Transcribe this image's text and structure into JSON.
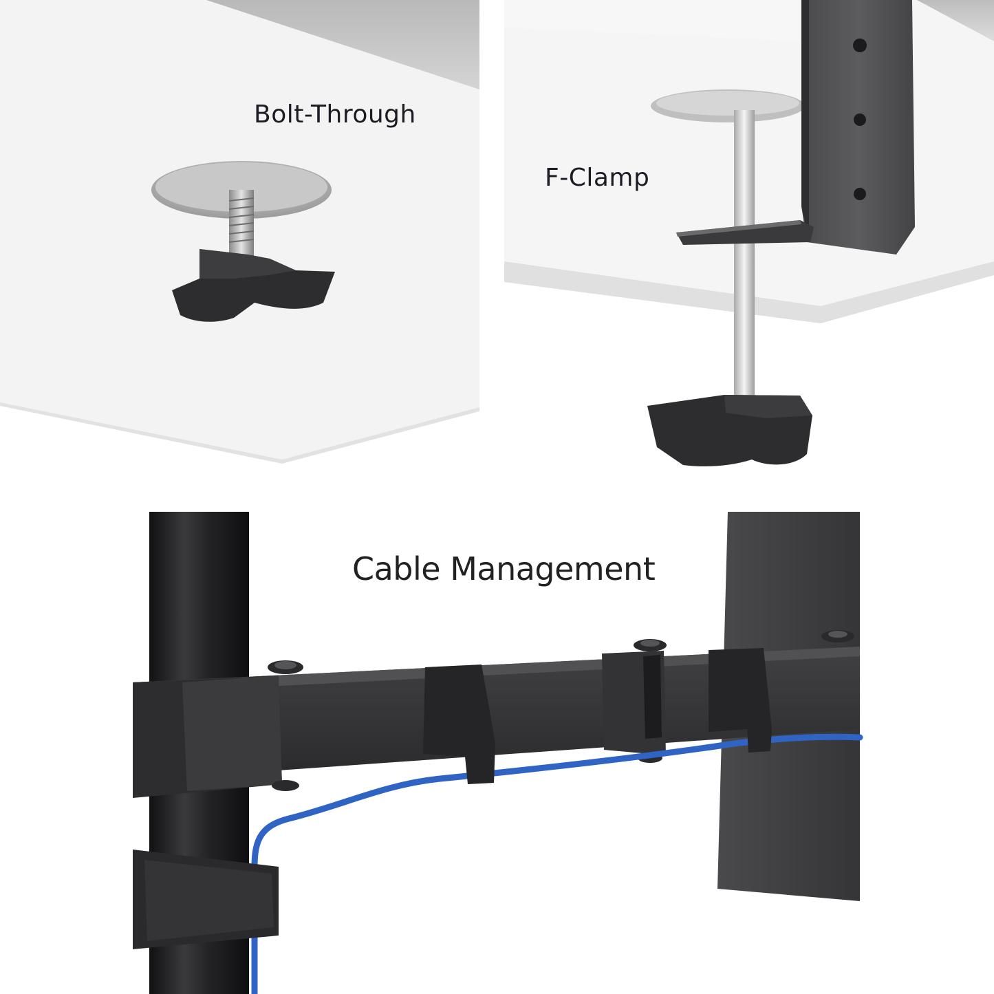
{
  "panels": [
    {
      "label": "Bolt-Through",
      "icon": "bolt-through-mount-illustration"
    },
    {
      "label": "F-Clamp",
      "icon": "f-clamp-mount-illustration"
    },
    {
      "label": "Cable Management",
      "icon": "cable-management-illustration"
    }
  ],
  "colors": {
    "desk_underside": "#f3f3f3",
    "desk_edge": "#c4c4c4",
    "metal_black": "#2b2b2d",
    "cable_blue": "#2f63c4"
  }
}
